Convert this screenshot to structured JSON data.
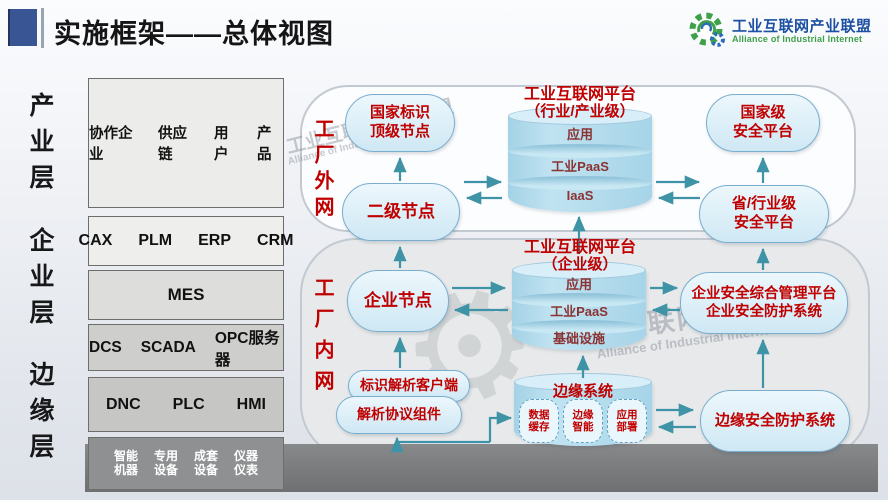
{
  "header": {
    "title": "实施框架——总体视图"
  },
  "logo": {
    "cn": "工业互联网产业联盟",
    "en": "Alliance of Industrial Internet"
  },
  "layer_labels": [
    "产业层",
    "企业层",
    "边缘层"
  ],
  "left_boxes": [
    {
      "items": [
        "协作企业",
        "供应链",
        "用户",
        "产品"
      ]
    },
    {
      "items": [
        "CAX",
        "PLM",
        "ERP",
        "CRM"
      ]
    },
    {
      "items": [
        "MES"
      ]
    },
    {
      "items": [
        "DCS",
        "SCADA",
        "OPC服务器"
      ]
    },
    {
      "items": [
        "DNC",
        "PLC",
        "HMI"
      ]
    },
    {
      "items_two_line": [
        {
          "l1": "智能",
          "l2": "机器"
        },
        {
          "l1": "专用",
          "l2": "设备"
        },
        {
          "l1": "成套",
          "l2": "设备"
        },
        {
          "l1": "仪器",
          "l2": "仪表"
        }
      ]
    }
  ],
  "zones": {
    "outer": "工厂外网",
    "inner": "工厂内网"
  },
  "nodes": {
    "national_id": {
      "l1": "国家标识",
      "l2": "顶级节点"
    },
    "second_level": {
      "l1": "二级节点"
    },
    "national_security": {
      "l1": "国家级",
      "l2": "安全平台"
    },
    "provincial_security": {
      "l1": "省/行业级",
      "l2": "安全平台"
    },
    "enterprise_node": {
      "l1": "企业节点"
    },
    "enterprise_security": {
      "l1": "企业安全综合管理平台",
      "l2": "企业安全防护系统"
    },
    "id_resolution_client": {
      "l1": "标识解析客户端"
    },
    "protocol_component": {
      "l1": "解析协议组件"
    },
    "edge_security": {
      "l1": "边缘安全防护系统"
    }
  },
  "platforms": {
    "industry": {
      "title1": "工业互联网平台",
      "title2": "（行业/产业级）",
      "layers": [
        "应用",
        "工业PaaS",
        "IaaS"
      ]
    },
    "enterprise": {
      "title1": "工业互联网平台",
      "title2": "（企业级）",
      "layers": [
        "应用",
        "工业PaaS",
        "基础设施"
      ]
    },
    "edge": {
      "title": "边缘系统",
      "modules": [
        {
          "l1": "数据",
          "l2": "缓存"
        },
        {
          "l1": "边缘",
          "l2": "智能"
        },
        {
          "l1": "应用",
          "l2": "部署"
        }
      ]
    }
  },
  "watermark": {
    "cn": "工业互联网产业联盟",
    "en": "Alliance of Industrial Internet"
  },
  "colors": {
    "accent_red": "#c00000",
    "node_fill": "#d9ecf7",
    "node_border": "#79aecf",
    "arrow_teal": "#3f93a6",
    "logo_blue": "#1c50a2",
    "logo_green": "#3fa04a",
    "cylinder_fill": "#b0daec",
    "dark_bar": "#797b7d",
    "title_square": "#3a5593"
  }
}
